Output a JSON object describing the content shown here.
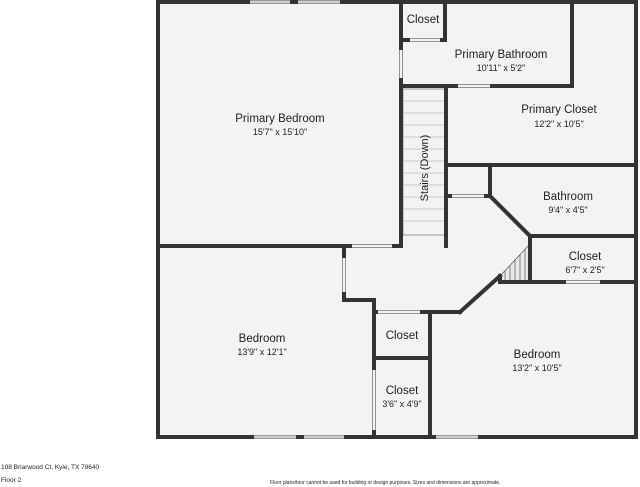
{
  "rooms": {
    "primary_bedroom": {
      "name": "Primary Bedroom",
      "dim": "15'7\" x 15'10\""
    },
    "closet_top": {
      "name": "Closet"
    },
    "primary_bathroom": {
      "name": "Primary Bathroom",
      "dim": "10'11\" x 5'2\""
    },
    "primary_closet": {
      "name": "Primary Closet",
      "dim": "12'2\" x 10'5\""
    },
    "stairs": {
      "name": "Stairs (Down)"
    },
    "bathroom": {
      "name": "Bathroom",
      "dim": "9'4\" x 4'5\""
    },
    "closet_right": {
      "name": "Closet",
      "dim": "6'7\" x 2'5\""
    },
    "bedroom_left": {
      "name": "Bedroom",
      "dim": "13'9\" x 12'1\""
    },
    "closet_mid": {
      "name": "Closet"
    },
    "closet_low": {
      "name": "Closet",
      "dim": "3'6\" x 4'9\""
    },
    "bedroom_right": {
      "name": "Bedroom",
      "dim": "13'2\" x 10'5\""
    }
  },
  "footer": {
    "address": "108 Briarwood Ct, Kyle, TX 78640",
    "floor": "Floor 2",
    "disclaimer": "Floor plans/tour cannot be used for building or design purposes. Sizes and dimensions are approximate."
  }
}
